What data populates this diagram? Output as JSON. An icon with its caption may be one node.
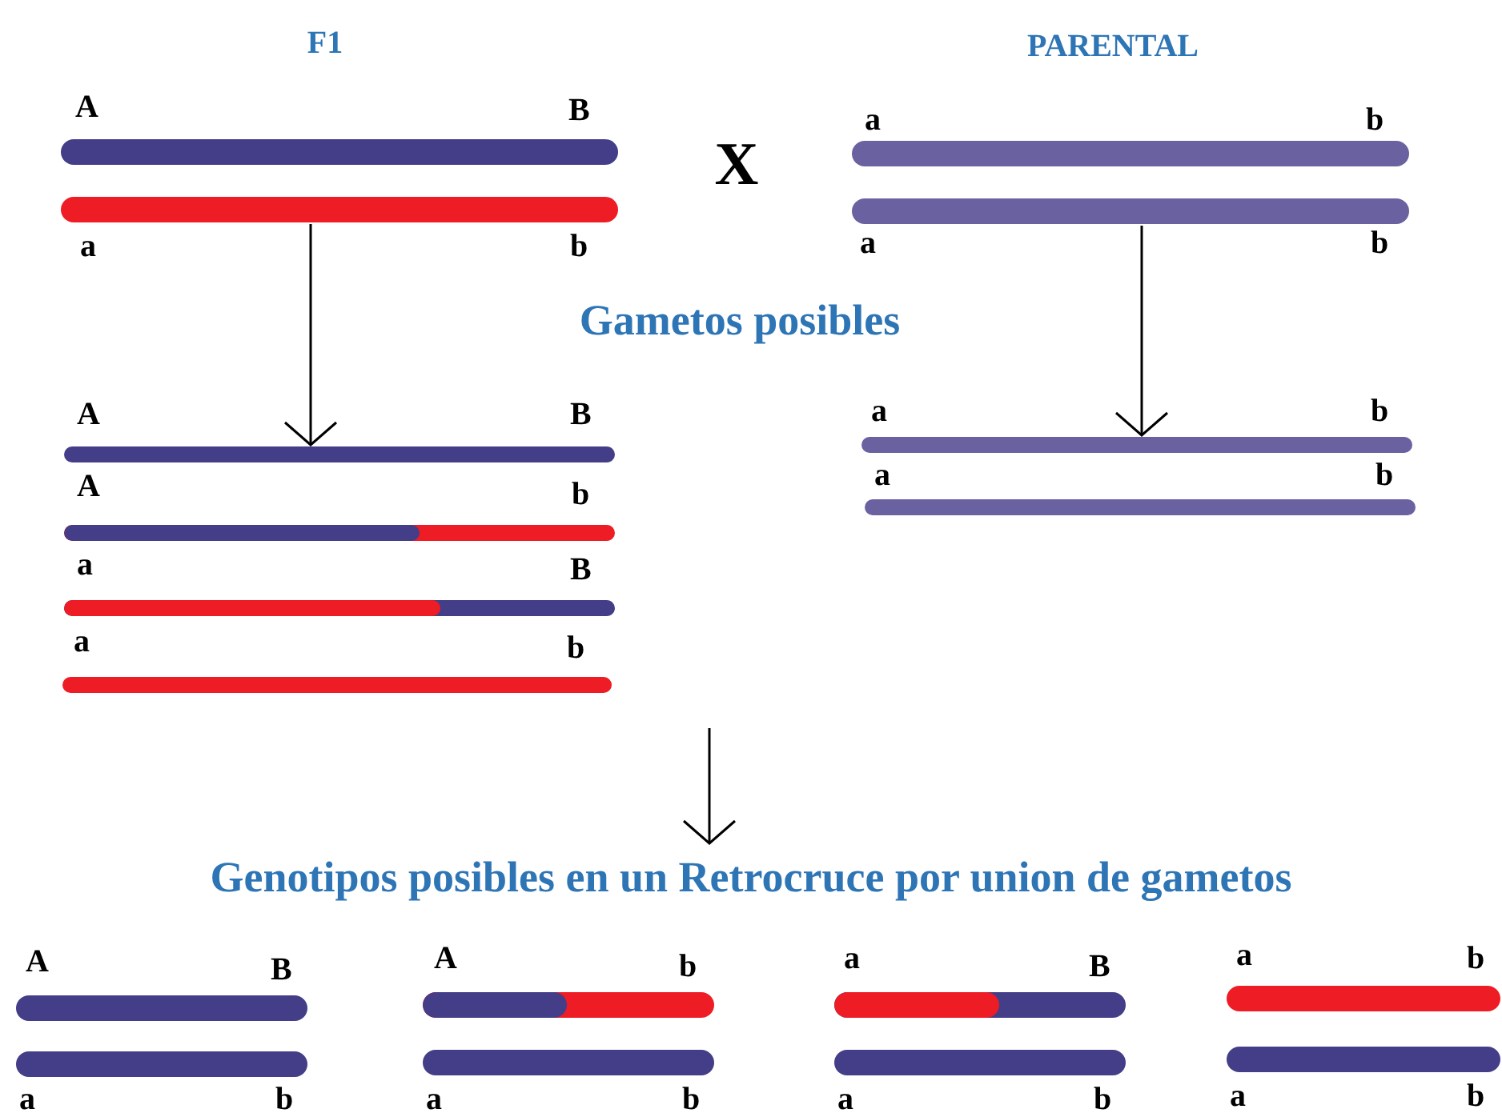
{
  "diagram": {
    "nodes": [
      {
        "text": [],
        "shape": "bar",
        "beside": [
          "A",
          "B"
        ]
      },
      {
        "text": [],
        "shape": "bar",
        "beside": [
          "a",
          "b"
        ]
      },
      {
        "text": [],
        "shape": "bar",
        "beside": [
          "a",
          "b"
        ]
      },
      {
        "text": [],
        "shape": "bar",
        "beside": [
          "a",
          "b"
        ]
      },
      {
        "text": [],
        "shape": "bar",
        "beside": [
          "A",
          "B"
        ]
      },
      {
        "text": [],
        "shape": "bar",
        "beside": [
          "A",
          "b"
        ]
      },
      {
        "text": [],
        "shape": "bar",
        "beside": [
          "a",
          "B"
        ]
      },
      {
        "text": [],
        "shape": "bar",
        "beside": [
          "a",
          "b"
        ]
      },
      {
        "text": [],
        "shape": "bar",
        "beside": [
          "a",
          "b"
        ]
      },
      {
        "text": [],
        "shape": "bar",
        "beside": [
          "a",
          "b"
        ]
      },
      {
        "text": [
          "Genotipos posibles en un Retrocruce por union de gametos"
        ]
      },
      {
        "text": [],
        "shape": "bar",
        "beside": [
          "A",
          "B"
        ]
      },
      {
        "text": [],
        "shape": "bar",
        "beside": [
          "a",
          "b"
        ]
      },
      {
        "text": [],
        "shape": "bar",
        "beside": [
          "A",
          "b"
        ]
      },
      {
        "text": [],
        "shape": "bar",
        "beside": [
          "a",
          "b"
        ]
      },
      {
        "text": [],
        "shape": "bar",
        "beside": [
          "a",
          "B"
        ]
      },
      {
        "text": [],
        "shape": "bar",
        "beside": [
          "a",
          "b"
        ]
      },
      {
        "text": [],
        "shape": "bar",
        "beside": [
          "a",
          "b"
        ]
      },
      {
        "text": [],
        "shape": "bar",
        "beside": [
          "a",
          "b"
        ]
      }
    ],
    "edges": [
      {
        "from": 1,
        "to": 4,
        "arrow": "to"
      },
      {
        "from": 3,
        "to": 8,
        "arrow": "to"
      },
      {
        "from": null,
        "to": 10,
        "arrow": "to"
      }
    ],
    "labels": [
      "F1",
      "PARENTAL",
      "X",
      "Gametos posibles"
    ]
  }
}
